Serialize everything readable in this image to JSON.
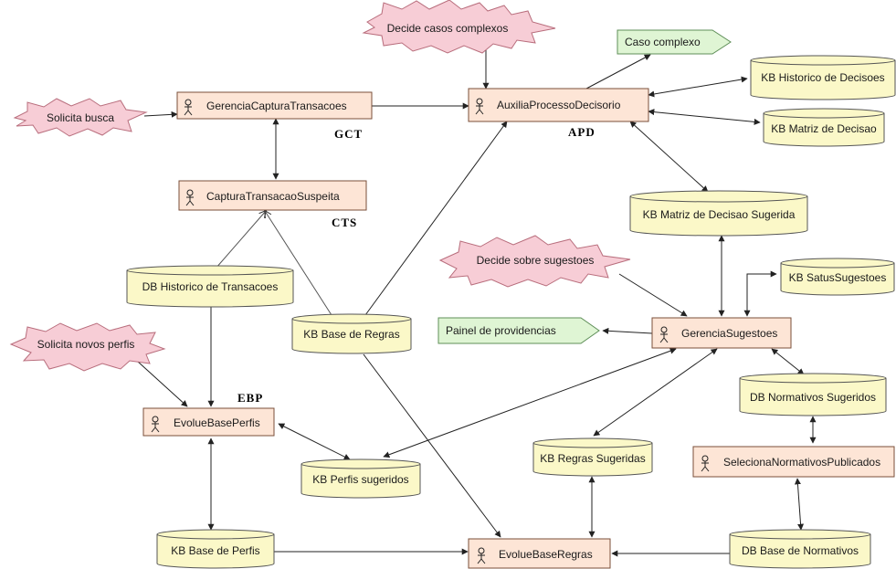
{
  "agents": {
    "gct": "GerenciaCapturaTransacoes",
    "apd": "AuxiliaProcessoDecisorio",
    "cts": "CapturaTransacaoSuspeita",
    "gs": "GerenciaSugestoes",
    "ebp": "EvolueBasePerfis",
    "snp": "SelecionaNormativosPublicados",
    "ebr": "EvolueBaseRegras"
  },
  "abbreviations": {
    "gct": "GCT",
    "apd": "APD",
    "cts": "CTS",
    "ebp": "EBP"
  },
  "bases": {
    "kb_historico_decisoes": "KB Historico de Decisoes",
    "kb_matriz_decisao": "KB Matriz de Decisao",
    "kb_matriz_sugerida": "KB Matriz de Decisao Sugerida",
    "kb_status_sugestoes": "KB SatusSugestoes",
    "db_historico_transacoes": "DB Historico de Transacoes",
    "kb_base_regras": "KB Base de Regras",
    "db_normativos_sugeridos": "DB Normativos Sugeridos",
    "kb_regras_sugeridas": "KB Regras Sugeridas",
    "kb_perfis_sugeridos": "KB Perfis sugeridos",
    "kb_base_perfis": "KB Base de Perfis",
    "db_base_normativos": "DB Base de Normativos"
  },
  "events": {
    "decide_casos": "Decide casos complexos",
    "solicita_busca": "Solicita busca",
    "decide_sugestoes": "Decide sobre sugestoes",
    "solicita_perfis": "Solicita novos perfis"
  },
  "outputs": {
    "caso_complexo": "Caso complexo",
    "painel": "Painel de providencias"
  },
  "colors": {
    "agent_fill": "#fde5d6",
    "database_fill": "#fbf8c8",
    "event_fill": "#f7cdd6",
    "output_fill": "#dff5d4"
  }
}
